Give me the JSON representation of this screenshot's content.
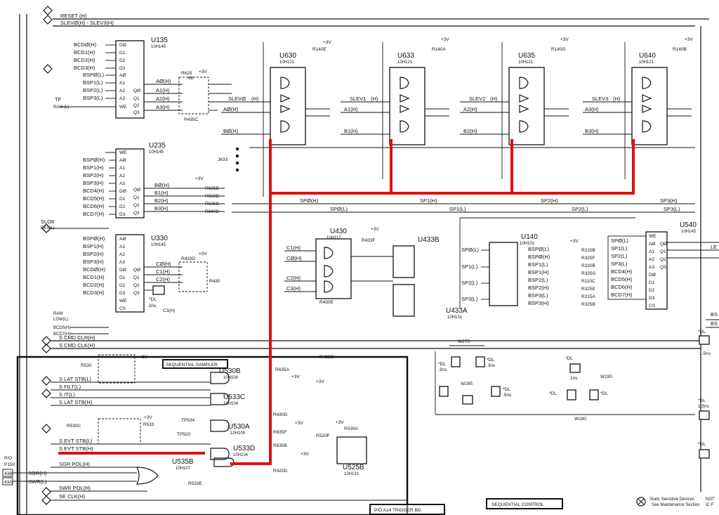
{
  "labels": {
    "reset": "RESET (H)",
    "slev": "SLEVØ(H) - SLEV3(H)",
    "tf": "TF",
    "ramL": "RAM (L)",
    "slo8": "SLO8",
    "res": "RES(L)",
    "ram_low": "RAM",
    "low_l": "LOW(L)",
    "bcd5": "BCD5(H)",
    "bcd7": "BCD7(H)",
    "s_cmd_clr": "S CMD CLR(H)",
    "s_cmd_clk": "S CMD CLK(H)",
    "s_lat_stb_l": "S LAT STB(L)",
    "s_filt": "S FILT(L)",
    "s_it": "S IT(L)",
    "s_lat_stb_h": "S LAT STB(H)",
    "s_evt_stb_l": "S EVT STB(L)",
    "s_evt_stb_h": "S EVT STB(H)",
    "sgr_pol": "SGR POL(H)",
    "swr_pol": "SWR POL(H)",
    "se_clk": "SE CLK(H)",
    "sgr": "SGR(H)",
    "swr": "SWR(L)",
    "po": "P/O",
    "p150": "P150",
    "p43b": "43B",
    "p43a": "43A",
    "sequential_sampler": "SEQUENTIAL SAMPLER",
    "sequential_control": "SEQUENTIAL CONTROL",
    "trigger_bd": "P/O A14 TRIGGER BD.",
    "static_sensitive": "Static Sensitive Devices",
    "see_maint": "See Maintenance Section",
    "not": "NOT",
    "ic": "IC F",
    "sp0h": "SPØ(H)",
    "sp0l": "SPØ(L)",
    "sp1h": "SP1(H)",
    "sp1l": "SP1(L)",
    "sp2h": "SP2(H)",
    "sp2l": "SP2(L)",
    "sp3h": "SP3(H)",
    "sp3l": "SP3(L)",
    "le": "LE",
    "bs": "BS"
  },
  "chips": {
    "u135": {
      "name": "U135",
      "type": "10H145",
      "inputs": [
        "BCDØ(H)",
        "BCD1(H)",
        "BCD2(H)",
        "BCD3(H)",
        "BSPØ(L)",
        "BSP1(L)",
        "BSP2(L)",
        "BSP3(L)"
      ],
      "pins": [
        "DØ",
        "D1",
        "D2",
        "D3",
        "AØ",
        "A1",
        "A2",
        "A3",
        "WE"
      ],
      "outs": [
        "QØ",
        "Q1",
        "Q2",
        "Q3"
      ]
    },
    "u235": {
      "name": "U235",
      "type": "10H145",
      "inputs": [
        "BSPØ(H)",
        "BSP1(H)",
        "BSP2(H)",
        "BSP3(H)",
        "BCD4(H)",
        "BCD5(H)",
        "BCD6(H)",
        "BCD7(H)"
      ],
      "outsig": [
        "BØ(H)",
        "B1(H)",
        "B2(H)",
        "B3(H)"
      ],
      "res": [
        "R625B",
        "R533D",
        "R635D",
        "R640D"
      ]
    },
    "u330": {
      "name": "U330",
      "type": "10H145",
      "inputs": [
        "BSPØ(H)",
        "BSP1(H)",
        "BSP2(H)",
        "BSP3(H)",
        "BCDØ(H)",
        "BCD1(H)",
        "BCD2(H)",
        "BCD3(H)"
      ],
      "outsig": [
        "CØ(H)",
        "C1(H)",
        "C2(H)"
      ],
      "res": [
        "R433D",
        "R430"
      ]
    },
    "u630": {
      "name": "U630",
      "type": "10H121",
      "res": "R140E"
    },
    "u633": {
      "name": "U633",
      "type": "10H121",
      "res": "R140A"
    },
    "u635": {
      "name": "U635",
      "type": "10H121",
      "res": "R140G"
    },
    "u640": {
      "name": "U640",
      "type": "10H121",
      "res": "R140B"
    },
    "u430": {
      "name": "U430",
      "type": "10H117",
      "res": [
        "R433F",
        "R430E"
      ]
    },
    "u433b": {
      "name": "U433B",
      "type": ""
    },
    "u433a": {
      "name": "U433A",
      "type": "10H131"
    },
    "u140": {
      "name": "U140",
      "type": "10H101",
      "inputs": [
        "SPØ(L)",
        "SP1(L)",
        "SP2(L)",
        "SP3(L)"
      ],
      "outs": [
        "BSPØ(L)",
        "BSPØ(H)",
        "BSP1(L)",
        "BSP1(H)",
        "BSP2(L)",
        "BSP2(H)",
        "BSP3(L)",
        "BSP3(H)"
      ],
      "res": [
        "R215B",
        "R325F",
        "R220B",
        "R325G",
        "R110C",
        "R325E",
        "R215A",
        "R325B"
      ]
    },
    "u540": {
      "name": "U540",
      "type": "10H145",
      "inputs": [
        "SPØ(L)",
        "SP1(L)",
        "SP2(L)",
        "SP3(L)",
        "BCD4(H)",
        "BCD5(H)",
        "BCD6(H)",
        "BCD7(H)"
      ]
    },
    "u530b": {
      "name": "U530B",
      "type": "10H109"
    },
    "u533c": {
      "name": "U533C",
      "type": "10H104"
    },
    "u530a": {
      "name": "U530A",
      "type": "10H109"
    },
    "u533d": {
      "name": "U533D",
      "type": "10H104"
    },
    "u535b": {
      "name": "U535B",
      "type": "10H107"
    },
    "u525b": {
      "name": "U525B",
      "type": "10H131"
    }
  },
  "misc": {
    "u633_tag": "J633",
    "w275": "W275",
    "w285": "W285",
    "w190": "W190",
    "w180": "W180",
    "dl": "*DL",
    "ns1": "1ns",
    "ns15": "1.5ns",
    "ns3": ".3ns",
    "ns5": ".5ns",
    "plus3v": "+3V",
    "r530": "R530",
    "r530c": "R530C",
    "r533": "R533",
    "r635a": "R635A",
    "r430d": "R430D",
    "r635f": "R635F",
    "r635b": "R635B",
    "r420d": "R420D",
    "r520f": "R520F",
    "r530a": "R530A",
    "r533e": "R533E",
    "r433g": "R433G",
    "r625": "R625",
    "r435c": "R435C",
    "tp534": "TP534",
    "tp520": "TP520",
    "c3h": "C3(H)",
    "ohm68": "68"
  },
  "colors": {
    "highlight": "#e01010",
    "ink": "#111111"
  }
}
